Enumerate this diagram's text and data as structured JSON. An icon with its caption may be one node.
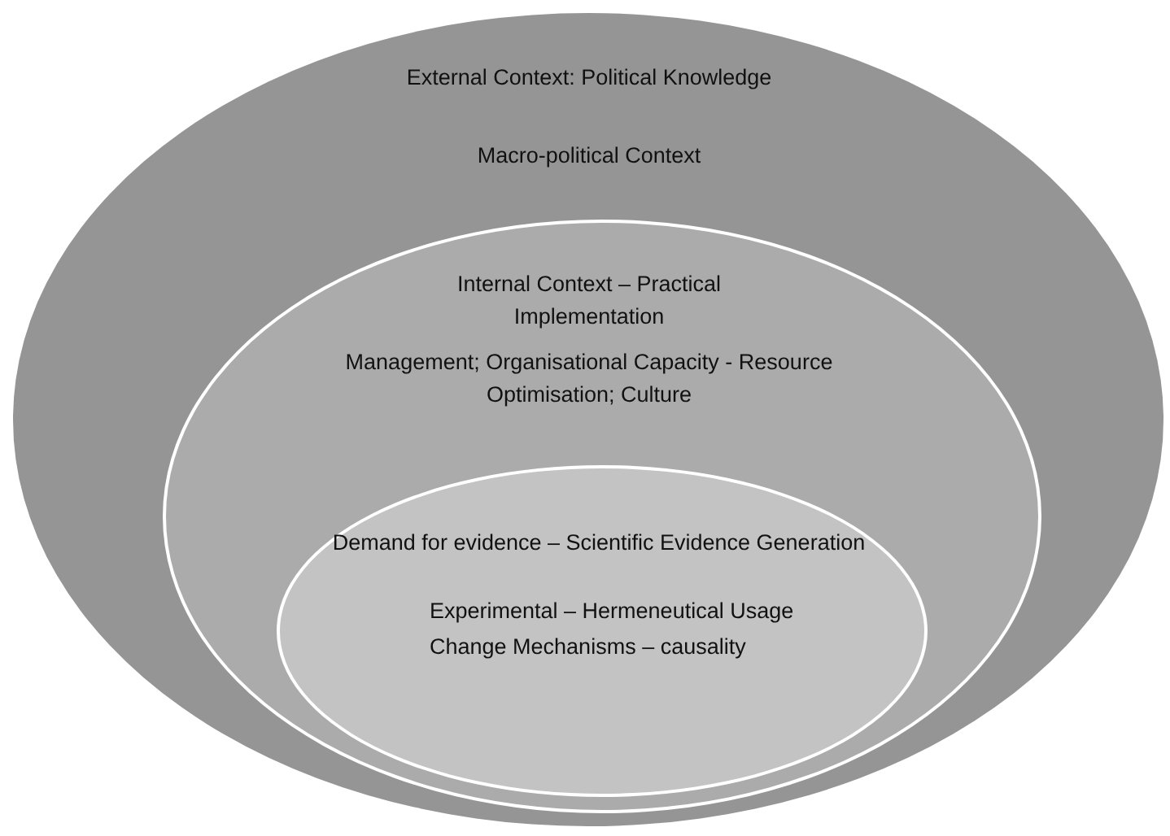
{
  "diagram": {
    "nodes": [
      {
        "text": [
          "External Context: Political Knowledge",
          "Macro-political Context"
        ]
      },
      {
        "text": [
          "Internal Context – Practical Implementation",
          "Management; Organisational Capacity - Resource Optimisation; Culture"
        ],
        "in": 0
      },
      {
        "text": [
          "Demand for evidence – Scientific Evidence Generation",
          "Experimental – Hermeneutical Usage",
          "Change Mechanisms – causality"
        ],
        "in": 1
      }
    ]
  }
}
